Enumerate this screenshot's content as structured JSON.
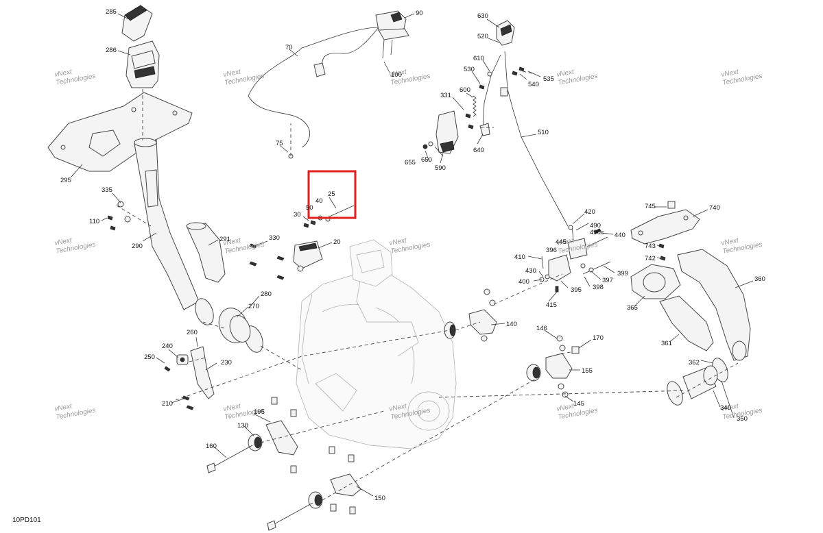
{
  "diagram": {
    "code": "10PD101",
    "watermark_line1": "vNext",
    "watermark_line2": "Technologies",
    "highlight_color": "#e0201c",
    "callouts": {
      "c285": "285",
      "c286": "286",
      "c295": "295",
      "c335": "335",
      "c110": "110",
      "c290": "290",
      "c291": "291",
      "c280": "280",
      "c270": "270",
      "c260": "260",
      "c240": "240",
      "c250": "250",
      "c230": "230",
      "c210": "210",
      "c160": "160",
      "c130": "130",
      "c195": "195",
      "c150": "150",
      "c70": "70",
      "c75": "75",
      "c90": "90",
      "c100": "100",
      "c25": "25",
      "c40": "40",
      "c50": "50",
      "c30": "30",
      "c330": "330",
      "c20": "20",
      "c630": "630",
      "c520": "520",
      "c610": "610",
      "c530": "530",
      "c600": "600",
      "c331": "331",
      "c540": "540",
      "c535": "535",
      "c510": "510",
      "c640": "640",
      "c655": "655",
      "c650": "650",
      "c590": "590",
      "c420": "420",
      "c490": "490",
      "c490c": "490c",
      "c440": "440",
      "c445": "445",
      "c396": "396",
      "c410": "410",
      "c430": "430",
      "c400": "400",
      "c395": "395",
      "c398": "398",
      "c397": "397",
      "c399": "399",
      "c415": "415",
      "c140": "140",
      "c146": "146",
      "c170": "170",
      "c155": "155",
      "c145": "145",
      "c745": "745",
      "c740": "740",
      "c743": "743",
      "c742": "742",
      "c360": "360",
      "c365": "365",
      "c361": "361",
      "c362": "362",
      "c340": "340",
      "c350": "350"
    }
  }
}
